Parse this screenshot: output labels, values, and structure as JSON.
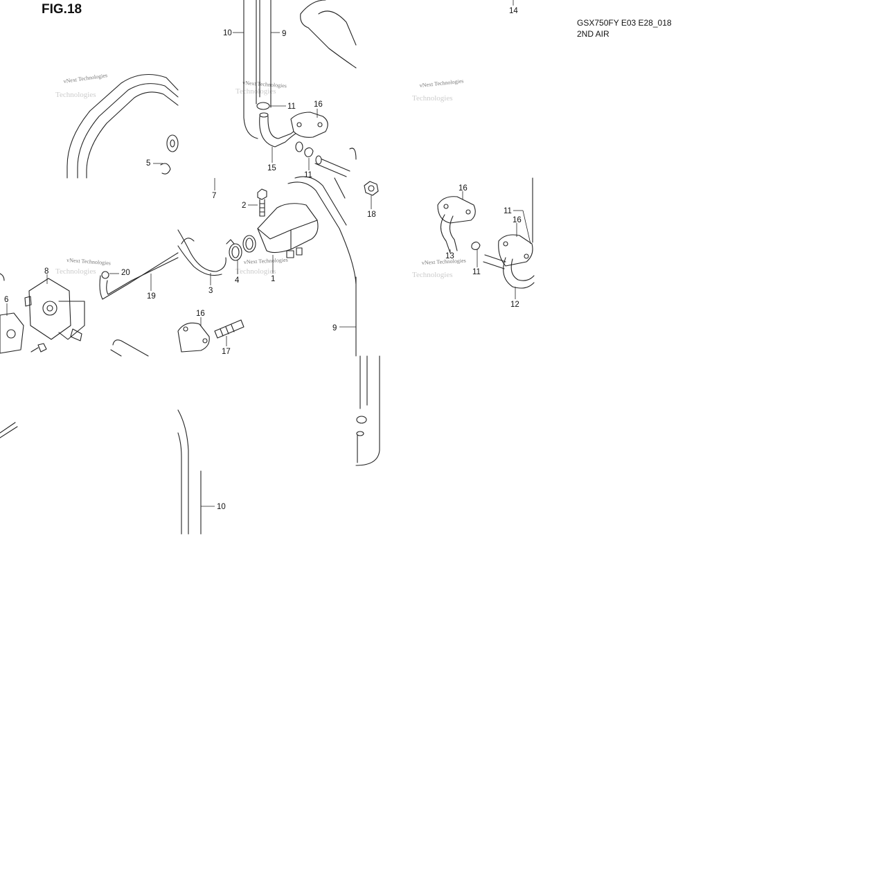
{
  "figure": {
    "title": "FIG.18",
    "model_code": "GSX750FY E03 E28_018",
    "section": "2ND AIR"
  },
  "watermark": {
    "line1": "vNext Technologies",
    "line2": "Technologies"
  },
  "callouts": {
    "c1": "1",
    "c2": "2",
    "c3": "3",
    "c4": "4",
    "c5": "5",
    "c6": "6",
    "c7": "7",
    "c8": "8",
    "c9a": "9",
    "c9b": "9",
    "c10a": "10",
    "c10b": "10",
    "c11a": "11",
    "c11b": "11",
    "c11c": "11",
    "c11d": "11",
    "c12": "12",
    "c13": "13",
    "c14": "14",
    "c15": "15",
    "c16a": "16",
    "c16b": "16",
    "c16c": "16",
    "c16d": "16",
    "c17": "17",
    "c18": "18",
    "c19": "19",
    "c20": "20"
  }
}
